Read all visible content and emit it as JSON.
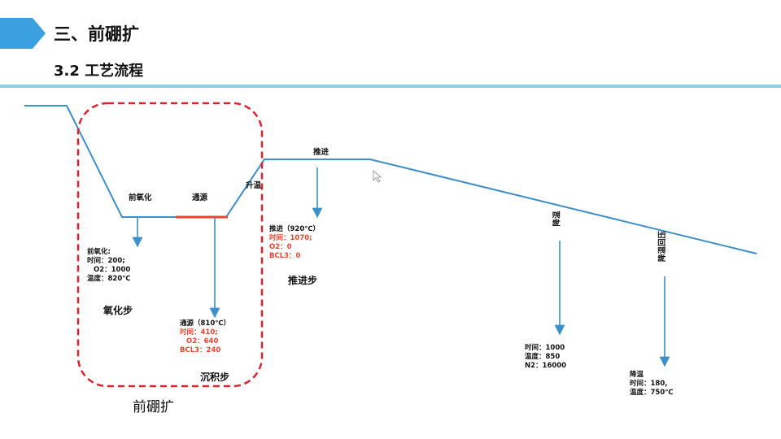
{
  "header": {
    "title": "三、前硼扩",
    "subtitle": "3.2 工艺流程",
    "accent_color": "#3aa0e0",
    "divider_color": "#8fcfe0"
  },
  "diagram": {
    "line_color": "#3d8fc8",
    "highlight_color": "#e8442e",
    "box_color": "#d9232e",
    "stages": {
      "pre_oxidation": "前氧化",
      "source": "通源",
      "ramp_up": "升温",
      "drive_in": "推进",
      "cool_down": "降温",
      "cool_return": "降温回压"
    },
    "info_pre_oxidation": {
      "l1": "前氧化:",
      "l2": "时间：200;",
      "l3": "O2：1000",
      "l4": "温度：820℃"
    },
    "info_source": {
      "l1": "通源（810℃）",
      "l2": "时间：410;",
      "l3": "O2：640",
      "l4": "BCL3：240"
    },
    "info_drive_in": {
      "l1": "推进（920℃）",
      "l2": "时间：1070;",
      "l3": "O2：0",
      "l4": "BCL3：0"
    },
    "info_cool_down": {
      "l1": "时间：1000",
      "l2": "温度：850",
      "l3": "N2：16000"
    },
    "info_cool_return": {
      "l1": "降温",
      "l2": "时间：180,",
      "l3": "温度：750℃"
    },
    "step_labels": {
      "oxidation_step": "氧化步",
      "deposition_step": "沉积步",
      "drive_in_step": "推进步"
    },
    "caption": "前硼扩"
  }
}
